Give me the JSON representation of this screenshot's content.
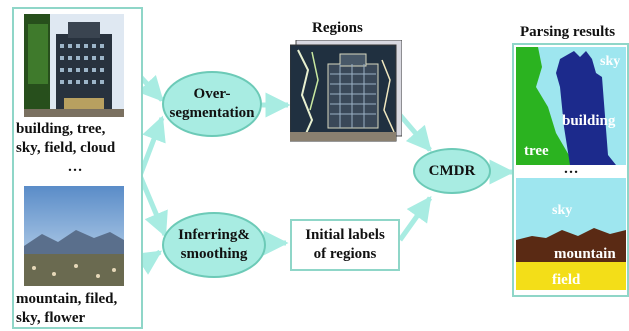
{
  "input_panel": {
    "image1_caption_line1": "building, tree,",
    "image1_caption_line2": "sky, field, cloud",
    "ellipsis": "…",
    "image2_caption_line1": "mountain, filed,",
    "image2_caption_line2": "sky, flower"
  },
  "oversegmentation": {
    "line1": "Over-",
    "line2": "segmentation"
  },
  "inferring": {
    "line1": "Inferring&",
    "line2": "smoothing"
  },
  "regions_title": "Regions",
  "initial_labels": {
    "line1": "Initial labels",
    "line2": "of regions"
  },
  "cmdr": "CMDR",
  "parsing": {
    "title": "Parsing results",
    "top_labels": {
      "sky": "sky",
      "building": "building",
      "tree": "tree"
    },
    "ellipsis": "…",
    "bottom_labels": {
      "sky": "sky",
      "mountain": "mountain",
      "field": "field"
    }
  },
  "colors": {
    "accent_fill": "#a8ece2",
    "accent_border": "#8fd6c8",
    "label_sky": "#9ee6ef",
    "label_building": "#1c2a8c",
    "label_tree": "#2bb320",
    "label_mountain": "#5a2a14",
    "label_field": "#f3de18"
  }
}
